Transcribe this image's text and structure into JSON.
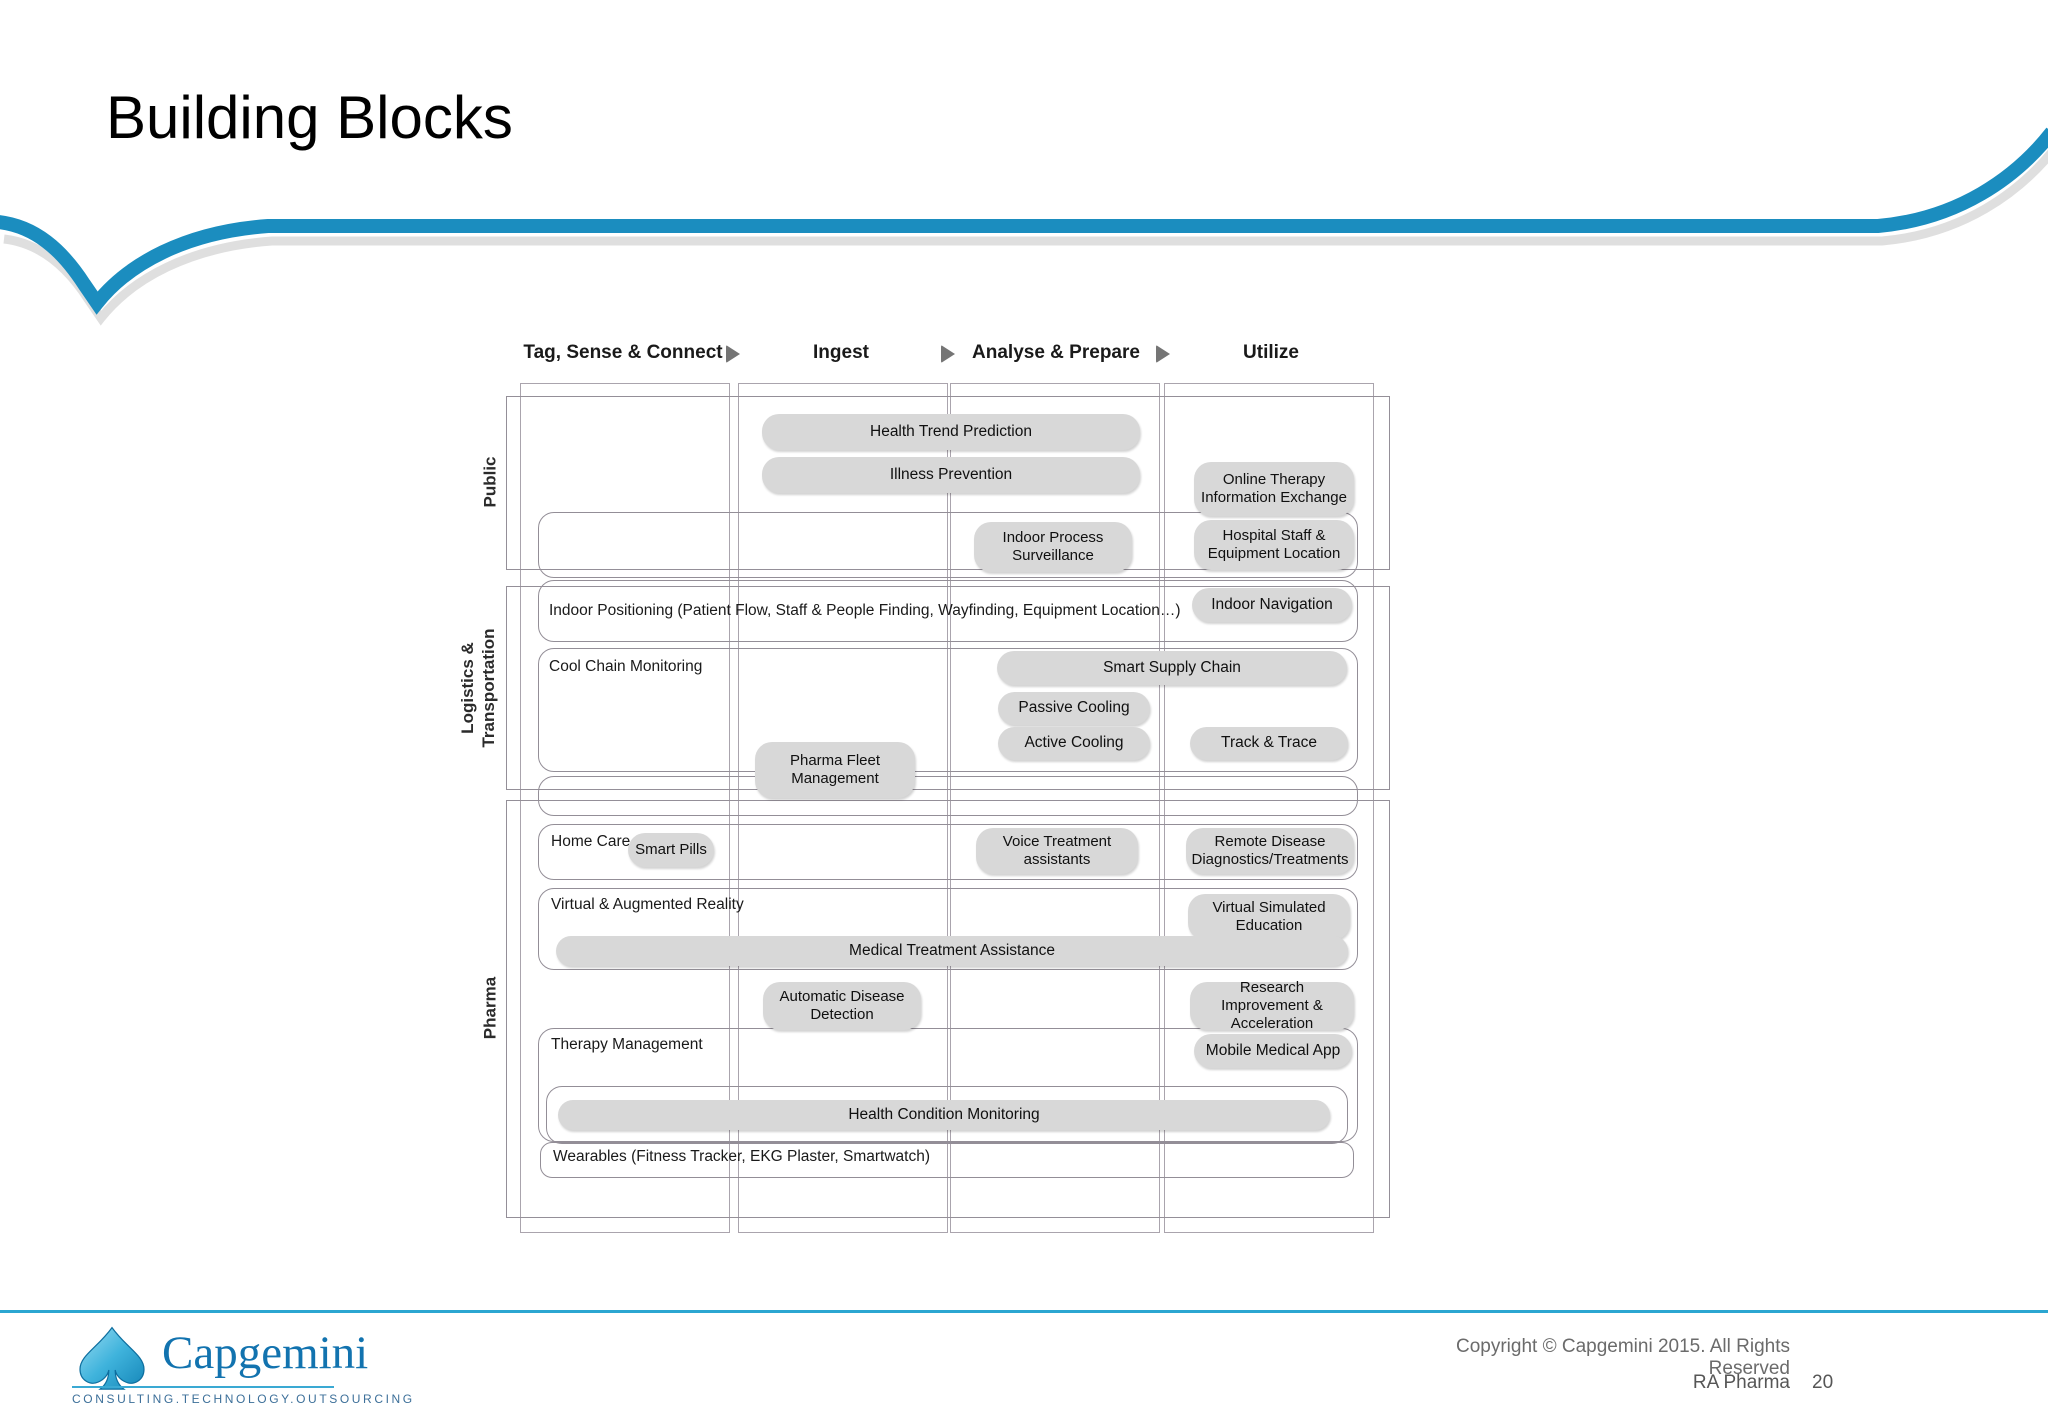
{
  "slide": {
    "title": "Building Blocks"
  },
  "diagram": {
    "columns": [
      {
        "label": "Tag, Sense & Connect"
      },
      {
        "label": "Ingest"
      },
      {
        "label": "Analyse & Prepare"
      },
      {
        "label": "Utilize"
      }
    ],
    "rows": [
      {
        "label": "Public"
      },
      {
        "label": "Logistics & Transportation"
      },
      {
        "label": "Pharma"
      }
    ],
    "group_labels": {
      "indoor_positioning": "Indoor Positioning (Patient Flow, Staff & People Finding, Wayfinding, Equipment Location…)",
      "cool_chain": "Cool Chain Monitoring",
      "home_care": "Home Care",
      "virtual_augmented": "Virtual & Augmented Reality",
      "therapy_management": "Therapy Management",
      "wearables": "Wearables (Fitness Tracker, EKG Plaster, Smartwatch)"
    },
    "pills": {
      "health_trend": "Health Trend Prediction",
      "illness_prevention": "Illness Prevention",
      "online_therapy": "Online Therapy Information Exchange",
      "indoor_process": "Indoor Process Surveillance",
      "hospital_staff": "Hospital Staff & Equipment Location",
      "indoor_navigation": "Indoor Navigation",
      "smart_supply_chain": "Smart Supply Chain",
      "passive_cooling": "Passive Cooling",
      "active_cooling": "Active Cooling",
      "track_trace": "Track & Trace",
      "pharma_fleet": "Pharma Fleet Management",
      "smart_pills": "Smart Pills",
      "voice_treatment": "Voice Treatment assistants",
      "remote_disease": "Remote Disease Diagnostics/Treatments",
      "virtual_simulated": "Virtual Simulated Education",
      "medical_treatment": "Medical Treatment Assistance",
      "automatic_disease": "Automatic Disease Detection",
      "research_improvement": "Research Improvement & Acceleration",
      "mobile_medical_app": "Mobile Medical App",
      "health_condition": "Health Condition Monitoring"
    }
  },
  "footer": {
    "logo_text": "Capgemini",
    "logo_tagline": "CONSULTING.TECHNOLOGY.OUTSOURCING",
    "copyright": "Copyright © Capgemini 2015. All Rights Reserved",
    "doc_label": "RA Pharma",
    "page_number": "20"
  },
  "colors": {
    "swoosh_blue": "#1b8dbf",
    "footer_rule_blue": "#2ba6d1",
    "pill_gray": "#d8d8d8",
    "logo_blue": "#1273af"
  }
}
